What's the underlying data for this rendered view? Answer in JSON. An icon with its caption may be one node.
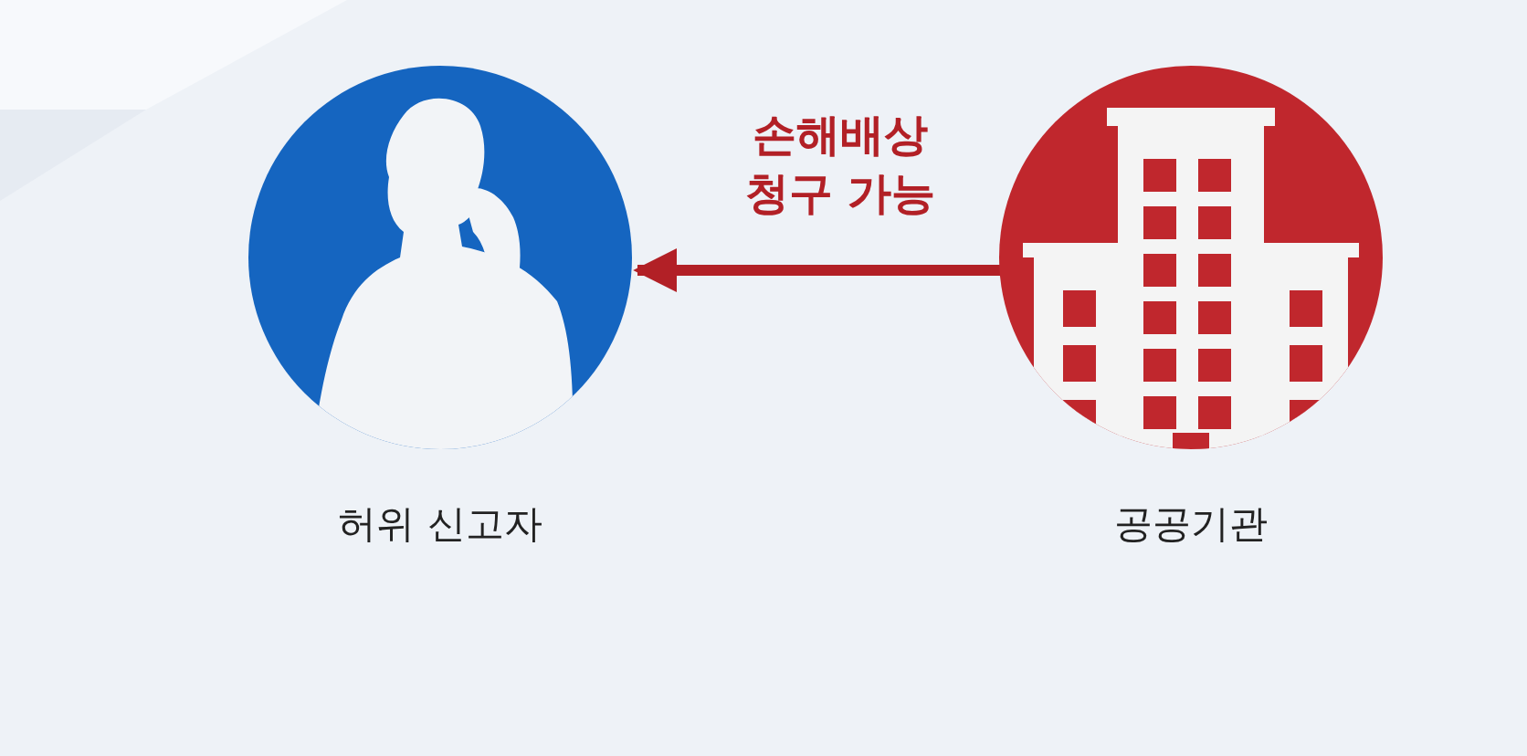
{
  "diagram": {
    "nodes": [
      {
        "text": [
          "허위 신고자"
        ]
      },
      {
        "text": [
          "공공기관"
        ]
      }
    ],
    "edges": [
      {
        "from": 1,
        "to": 0,
        "arrow": "to",
        "label": "손해배상 청구 가능"
      }
    ]
  }
}
